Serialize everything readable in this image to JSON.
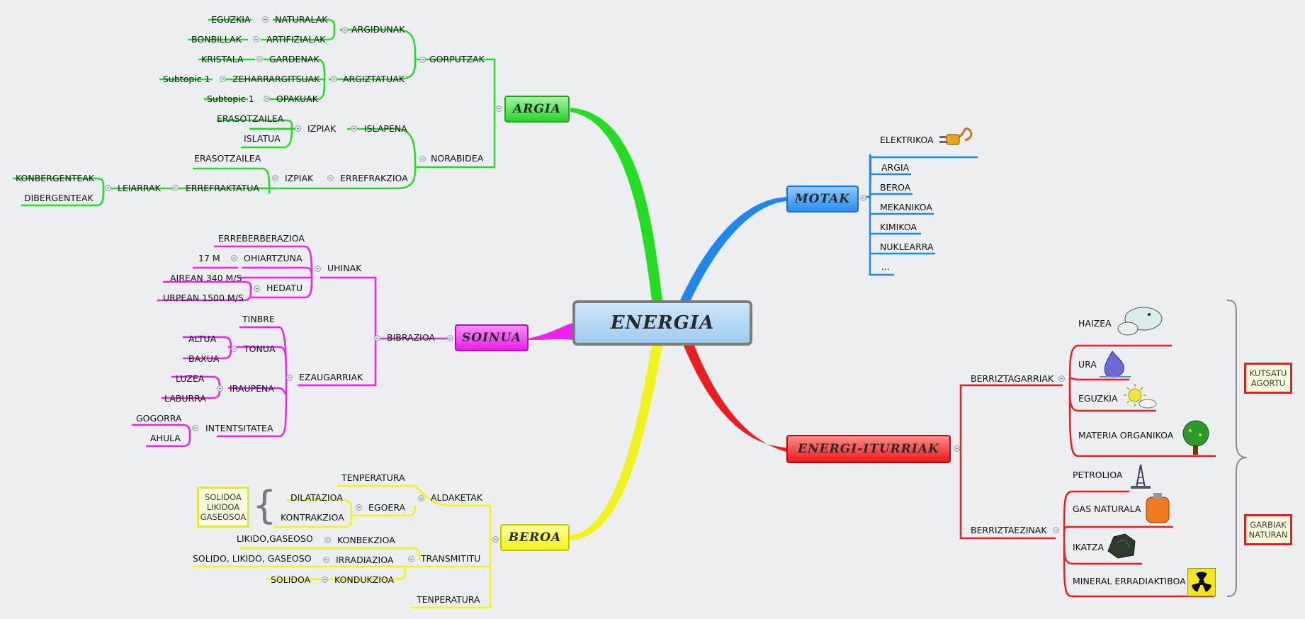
{
  "center": "ENERGIA",
  "colors": {
    "argia": "#22dd22",
    "soinua": "#ee22ee",
    "beroa": "#f2f21c",
    "motak": "#1e88f0",
    "iturriak": "#ee1c1c",
    "background": "#eceef2"
  },
  "argia": {
    "title": "ARGIA",
    "gorputzak": "GORPUTZAK",
    "argidunak": "ARGIDUNAK",
    "naturalak": "NATURALAK",
    "eguzkia": "EGUZKIA",
    "artifizialak": "ARTIFIZIALAK",
    "bonbillak": "BONBILLAK",
    "argiztatuak": "ARGIZTATUAK",
    "gardenak": "GARDENAK",
    "kristala": "KRISTALA",
    "zeharrargitsuak": "ZEHARRARGITSUAK",
    "subtopic1a": "Subtopic 1",
    "opakuak": "OPAKUAK",
    "subtopic1b": "Subtopic 1",
    "norabidea": "NORABIDEA",
    "islapena": "ISLAPENA",
    "izpiak1": "IZPIAK",
    "erasotzailea1": "ERASOTZAILEA",
    "islatua": "ISLATUA",
    "errefrakzioa": "ERREFRAKZIOA",
    "izpiak2": "IZPIAK",
    "erasotzailea2": "ERASOTZAILEA",
    "errefraktatua": "ERREFRAKTATUA",
    "leiarrak": "LEIARRAK",
    "konbergenteak": "KONBERGENTEAK",
    "dibergenteak": "DIBERGENTEAK"
  },
  "soinua": {
    "title": "SOINUA",
    "bibrazioa": "BIBRAZIOA",
    "uhinak": "UHINAK",
    "erreberberazioa": "ERREBERBERAZIOA",
    "ohiartzuna": "OHIARTZUNA",
    "m17": "17 M",
    "hedatu": "HEDATU",
    "airean": "AIREAN 340 M/S",
    "urpean": "URPEAN 1500 M/S",
    "ezaugarriak": "EZAUGARRIAK",
    "tinbre": "TINBRE",
    "tonua": "TONUA",
    "altua": "ALTUA",
    "baxua": "BAXUA",
    "iraupena": "IRAUPENA",
    "luzea": "LUZEA",
    "laburra": "LABURRA",
    "intentsitatea": "INTENTSITATEA",
    "gogorra": "GOGORRA",
    "ahula": "AHULA"
  },
  "beroa": {
    "title": "BEROA",
    "aldaketak": "ALDAKETAK",
    "tenperatura1": "TENPERATURA",
    "egoera": "EGOERA",
    "dilatazioa": "DILATAZIOA",
    "kontrakzioa": "KONTRAKZIOA",
    "states": [
      "SOLIDOA",
      "LIKIDOA",
      "GASEOSOA"
    ],
    "transmititu": "TRANSMITITU",
    "konbekzioa": "KONBEKZIOA",
    "likido_gaseoso": "LIKIDO,GASEOSO",
    "irradiazioa": "IRRADIAZIOA",
    "solido_likido_gaseoso": "SOLIDO, LIKIDO, GASEOSO",
    "kondukzioa": "KONDUKZIOA",
    "solidoa": "SOLIDOA",
    "tenperatura2": "TENPERATURA"
  },
  "motak": {
    "title": "MOTAK",
    "elektrikoa": "ELEKTRIKOA",
    "items": [
      "ARGIA",
      "BEROA",
      "MEKANIKOA",
      "KIMIKOA",
      "NUKLEARRA",
      "..."
    ]
  },
  "iturriak": {
    "title": "ENERGI-ITURRIAK",
    "berriztagarriak": "BERRIZTAGARRIAK",
    "renewable": [
      "HAIZEA",
      "URA",
      "EGUZKIA",
      "MATERIA ORGANIKOA"
    ],
    "berriztaezinak": "BERRIZTAEZINAK",
    "nonrenewable": [
      "PETROLIOA",
      "GAS NATURALA",
      "IKATZA",
      "MINERAL ERRADIAKTIBOA"
    ],
    "kutsatu": [
      "KUTSATU",
      "AGORTU"
    ],
    "garbiak": [
      "GARBIAK",
      "NATURAN"
    ]
  }
}
